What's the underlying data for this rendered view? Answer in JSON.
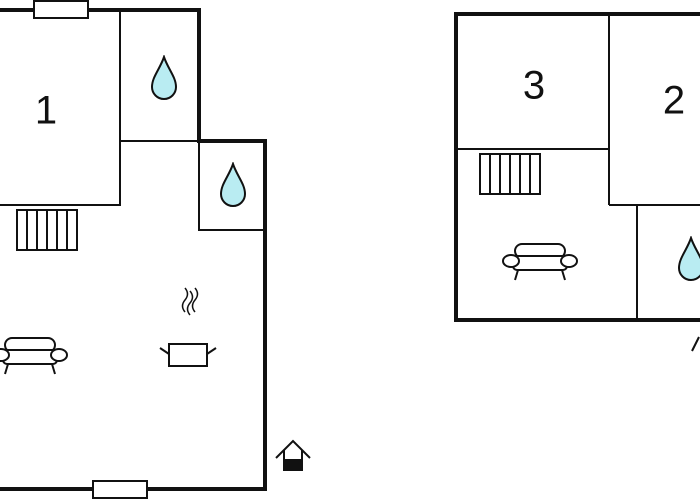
{
  "floor_plan": {
    "rooms": [
      {
        "id": "room-1",
        "label": "1"
      },
      {
        "id": "room-3",
        "label": "3"
      },
      {
        "id": "room-2",
        "label": "2"
      }
    ],
    "icons": {
      "bathroom": "water-drop-icon",
      "living": "sofa-icon",
      "kitchen": "cooking-pot-icon",
      "stairs": "stairs-icon",
      "entrance": "house-entrance-icon",
      "window": "window-icon"
    },
    "colors": {
      "wall": "#111111",
      "water": "#b9ecf2",
      "background": "#ffffff"
    }
  }
}
